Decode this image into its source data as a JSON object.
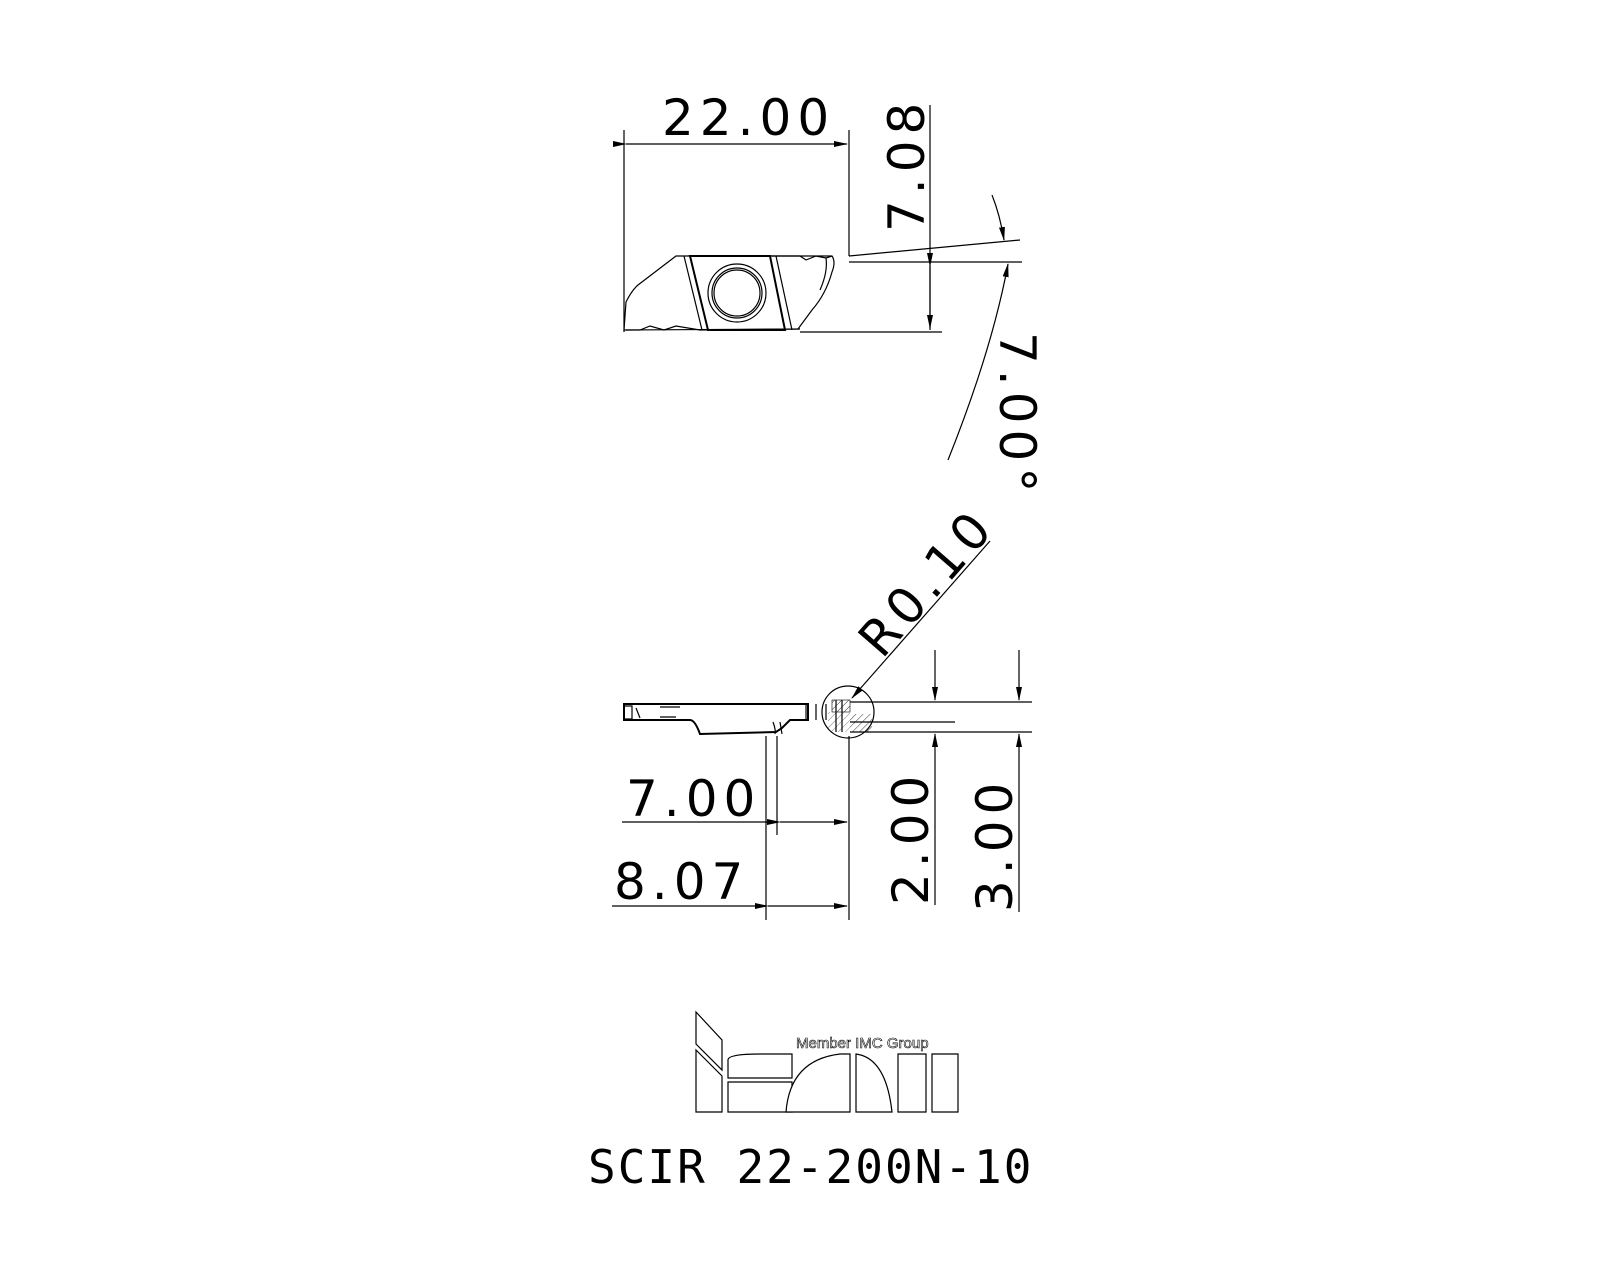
{
  "drawing": {
    "top_view": {
      "dim_length": "22.00",
      "dim_height": "7.08",
      "dim_angle": "7.00°"
    },
    "side_view": {
      "dim_radius": "R0.10",
      "dim_width_1": "7.00",
      "dim_width_2": "8.07",
      "dim_depth_1": "2.00",
      "dim_depth_2": "3.00"
    }
  },
  "logo": {
    "brand": "iscar",
    "tagline": "Member IMC Group"
  },
  "part_number": "SCIR 22-200N-10",
  "colors": {
    "line": "#000000",
    "background": "#ffffff"
  }
}
